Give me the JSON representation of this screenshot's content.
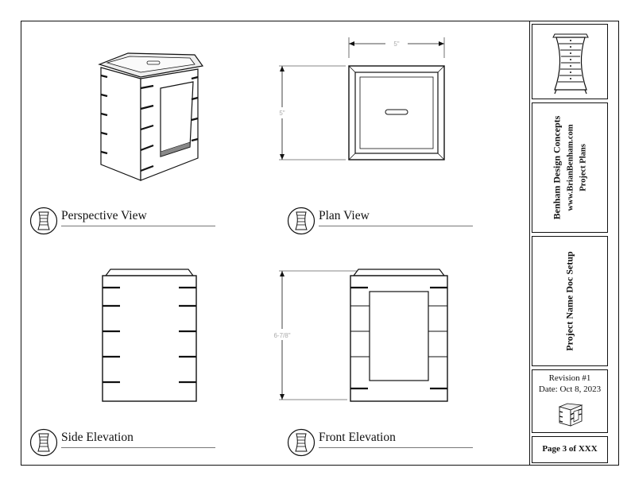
{
  "views": [
    {
      "id": "perspective",
      "label": "Perspective View"
    },
    {
      "id": "plan",
      "label": "Plan View"
    },
    {
      "id": "side",
      "label": "Side Elevation"
    },
    {
      "id": "front",
      "label": "Front Elevation"
    }
  ],
  "dimensions": {
    "plan_width": "5\"",
    "plan_depth": "5\"",
    "front_height": "6-7/8\""
  },
  "title_block": {
    "company": "Benham Design Concepts",
    "website": "www.BrianBenham.com",
    "category": "Project Plans",
    "project_name": "Project Name Doc Setup",
    "revision": "Revision #1",
    "date": "Date: Oct 8, 2023",
    "page": "Page 3 of XXX"
  },
  "icons": [
    "dresser-logo-icon",
    "cabinet-emblem-icon",
    "box-thumbnail-icon"
  ]
}
